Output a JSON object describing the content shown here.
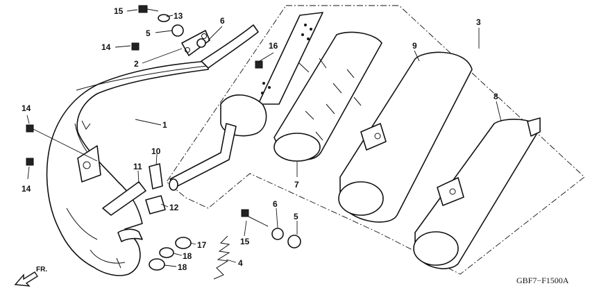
{
  "diagram": {
    "code": "GBF7−F1500A",
    "direction": "FR.",
    "callouts": [
      "1",
      "2",
      "3",
      "4",
      "5",
      "5",
      "6",
      "6",
      "7",
      "8",
      "9",
      "10",
      "11",
      "12",
      "13",
      "14",
      "14",
      "14",
      "15",
      "15",
      "16",
      "17",
      "18",
      "18"
    ]
  }
}
